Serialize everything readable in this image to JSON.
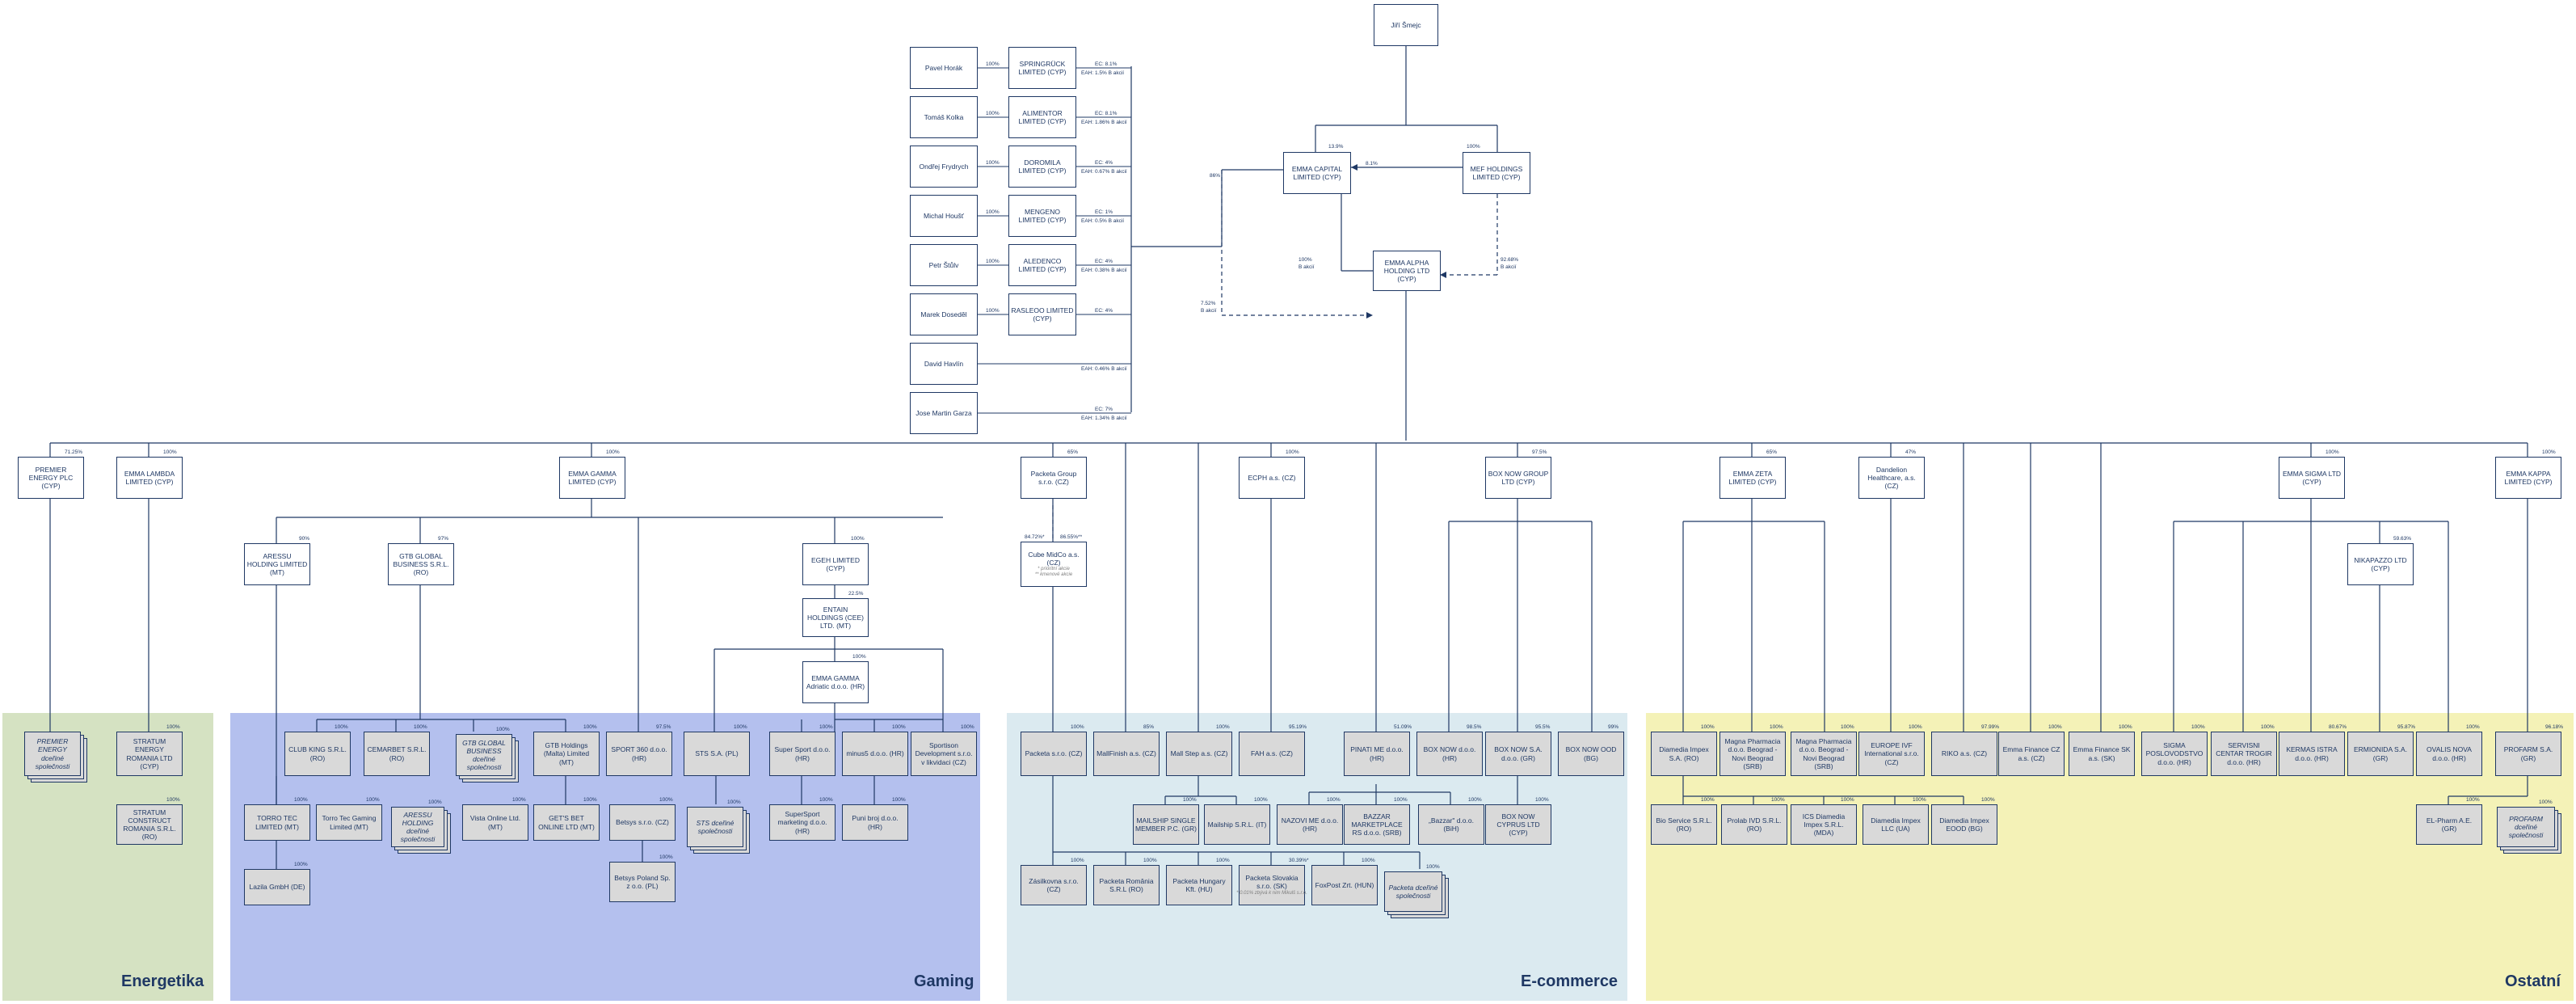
{
  "regions": {
    "energetika": "Energetika",
    "gaming": "Gaming",
    "ecommerce": "E-commerce",
    "ostatni": "Ostatní"
  },
  "colors": {
    "energetika": "#d5e2c2",
    "gaming": "#b4c0ee",
    "ecommerce": "#dbeaf0",
    "ostatni": "#f4f2b7",
    "line": "#1f3864",
    "grey_box": "#d9d9d9"
  },
  "top": {
    "jiri": "Jiří Šmejc",
    "emma_capital": "EMMA CAPITAL LIMITED (CYP)",
    "mef": "MEF HOLDINGS LIMITED (CYP)",
    "alpha": "EMMA ALPHA HOLDING LTD (CYP)",
    "pct_capital": "13.9%",
    "pct_mef": "100%",
    "pct_mef_capital": "8.1%",
    "pct_86": "86%",
    "pct_100_alpha": "100%",
    "pct_100_alpha_sub": "B akcií",
    "pct_92": "92.68%",
    "pct_92_sub": "B akcií",
    "pct_752": "7.52%",
    "pct_752_sub": "B akcií"
  },
  "persons": [
    {
      "name": "Pavel Horák",
      "pct": "100%",
      "company": "SPRINGRÜCK LIMITED (CYP)",
      "share": "EC: 8.1%",
      "share2": "EAH: 1.5% B akcií"
    },
    {
      "name": "Tomáš Kolka",
      "pct": "100%",
      "company": "ALIMENTOR LIMITED (CYP)",
      "share": "EC: 8.1%",
      "share2": "EAH: 1.86% B akcií"
    },
    {
      "name": "Ondřej Frydrych",
      "pct": "100%",
      "company": "DOROMILA LIMITED (CYP)",
      "share": "EC: 4%",
      "share2": "EAH: 0.67% B akcií"
    },
    {
      "name": "Michal Houšť",
      "pct": "100%",
      "company": "MENGENO LIMITED (CYP)",
      "share": "EC: 1%",
      "share2": "EAH: 0.5% B akcií"
    },
    {
      "name": "Petr Štůlv",
      "pct": "100%",
      "company": "ALEDENCO LIMITED (CYP)",
      "share": "EC: 4%",
      "share2": "EAH: 0.38% B akcií"
    },
    {
      "name": "Marek Doseděl",
      "pct": "100%",
      "company": "RASLEOO LIMITED (CYP)",
      "share": "EC: 4%",
      "share2": ""
    },
    {
      "name": "David Havlín",
      "pct": "",
      "company": "",
      "share": "",
      "share2": "EAH: 0.46% B akcií"
    },
    {
      "name": "Jose Martin Garza",
      "pct": "",
      "company": "",
      "share": "EC: 7%",
      "share2": "EAH: 1.34% B akcií"
    }
  ],
  "level1": [
    {
      "name": "PREMIER ENERGY PLC (CYP)",
      "pct": "71.25%"
    },
    {
      "name": "EMMA LAMBDA LIMITED (CYP)",
      "pct": "100%"
    },
    {
      "name": "EMMA GAMMA LIMITED (CYP)",
      "pct": "100%"
    },
    {
      "name": "Packeta Group s.r.o. (CZ)",
      "pct": "65%"
    },
    {
      "name": "ECPH a.s. (CZ)",
      "pct": "100%"
    },
    {
      "name": "BOX NOW GROUP LTD (CYP)",
      "pct": "97.5%"
    },
    {
      "name": "EMMA ZETA LIMITED (CYP)",
      "pct": "65%"
    },
    {
      "name": "Dandelion Healthcare, a.s. (CZ)",
      "pct": "47%"
    },
    {
      "name": "EMMA SIGMA LTD (CYP)",
      "pct": "100%"
    },
    {
      "name": "EMMA KAPPA LIMITED (CYP)",
      "pct": "100%"
    }
  ],
  "gaming_mid": {
    "aressu": "ARESSU HOLDING LIMITED (MT)",
    "aressu_pct": "90%",
    "gtb": "GTB GLOBAL BUSINESS S.R.L. (RO)",
    "gtb_pct": "97%",
    "egeh": "EGEH LIMITED (CYP)",
    "egeh_pct": "100%",
    "entain": "ENTAIN HOLDINGS (CEE) LTD. (MT)",
    "entain_pct": "22.5%",
    "eg_adriatic": "EMMA GAMMA Adriatic d.o.o. (HR)",
    "eg_adriatic_pct": "100%"
  },
  "cube": {
    "name": "Cube MidCo a.s. (CZ)",
    "pct1": "84.72%*",
    "pct2": "86.55%**",
    "note1": "* prioritní akcie",
    "note2": "** kmenové akcie"
  },
  "sigma_mid": {
    "name": "NIKAPAZZO LTD (CYP)",
    "pct": "59.63%"
  },
  "energetika": {
    "premier_sub": "PREMIER ENERGY dceřiné společnosti",
    "stratum": "STRATUM ENERGY ROMANIA LTD (CYP)",
    "stratum_pct": "100%",
    "stratum_construct": "STRATUM CONSTRUCT ROMANIA S.R.L. (RO)",
    "stratum_construct_pct": "100%"
  },
  "gaming": {
    "club_king": "CLUB KING S.R.L. (RO)",
    "club_king_pct": "100%",
    "cemarbet": "CEMARBET S.R.L. (RO)",
    "cemarbet_pct": "100%",
    "gtb_sub": "GTB GLOBAL BUSINESS dceřiné společnosti",
    "gtb_sub_pct": "100%",
    "gtb_holdings": "GTB Holdings (Malta) Limited (MT)",
    "gtb_holdings_pct": "100%",
    "sport360": "SPORT 360 d.o.o. (HR)",
    "sport360_pct": "97.5%",
    "sts": "STS S.A. (PL)",
    "sts_pct": "100%",
    "super_sport": "Super Sport d.o.o. (HR)",
    "super_sport_pct": "100%",
    "minus5": "minus5 d.o.o. (HR)",
    "minus5_pct": "100%",
    "sportison": "Sportison Development s.r.o. v likvidaci (CZ)",
    "sportison_pct": "100%",
    "torro": "TORRO TEC LIMITED (MT)",
    "torro_pct": "100%",
    "torro_gaming": "Torro Tec Gaming Limited (MT)",
    "torro_gaming_pct": "100%",
    "aressu_sub": "ARESSU HOLDING dceřiné společnosti",
    "aressu_sub_pct": "100%",
    "vista": "Vista Online Ltd. (MT)",
    "vista_pct": "100%",
    "gets_bet": "GET'S BET ONLINE LTD (MT)",
    "gets_bet_pct": "100%",
    "betsys": "Betsys s.r.o. (CZ)",
    "betsys_pct": "100%",
    "sts_sub": "STS dceřiné společnosti",
    "sts_sub_pct": "100%",
    "supersport_mkt": "SuperSport marketing d.o.o. (HR)",
    "supersport_mkt_pct": "100%",
    "puni": "Puni broj d.o.o. (HR)",
    "puni_pct": "100%",
    "lazila": "Lazila GmbH (DE)",
    "lazila_pct": "100%",
    "betsys_pl": "Betsys Poland Sp. z o.o. (PL)",
    "betsys_pl_pct": "100%"
  },
  "ecommerce": {
    "packeta": "Packeta s.r.o. (CZ)",
    "packeta_pct": "100%",
    "mallfinish": "MallFinish a.s. (CZ)",
    "mallfinish_pct": "85%",
    "mall_step": "Mall Step a.s. (CZ)",
    "mall_step_pct": "100%",
    "fah": "FAH a.s. (CZ)",
    "fah_pct": "95.19%",
    "pinati": "PINATI ME d.o.o. (HR)",
    "pinati_pct": "51.09%",
    "boxnow_hr": "BOX NOW d.o.o. (HR)",
    "boxnow_hr_pct": "98.5%",
    "boxnow_gr": "BOX NOW S.A. d.o.o. (GR)",
    "boxnow_gr_pct": "95.5%",
    "boxnow_bg": "BOX NOW OOD (BG)",
    "boxnow_bg_pct": "99%",
    "mailship_single": "MAILSHIP SINGLE MEMBER P.C. (GR)",
    "mailship_single_pct": "100%",
    "mailship_srl": "Mailship S.R.L. (IT)",
    "mailship_srl_pct": "100%",
    "nazovi": "NAZOVI ME d.o.o. (HR)",
    "nazovi_pct": "100%",
    "bazzar": "BAZZAR MARKETPLACE RS d.o.o. (SRB)",
    "bazzar_pct": "100%",
    "bazzar_bih": "„Bazzar\" d.o.o. (BiH)",
    "bazzar_bih_pct": "100%",
    "boxnow_cy": "BOX NOW CYPRUS LTD (CYP)",
    "boxnow_cy_pct": "100%",
    "zasilkovna": "Zásilkovna s.r.o. (CZ)",
    "zasilkovna_pct": "100%",
    "packeta_ro": "Packeta România S.R.L (RO)",
    "packeta_ro_pct": "100%",
    "packeta_hu": "Packeta Hungary Kft. (HU)",
    "packeta_hu_pct": "100%",
    "packeta_sk": "Packeta Slovakia s.r.o. (SK)",
    "packeta_sk_pct": "30.39%*",
    "packeta_sk_note": "* 0.01% zbývá k nim Mikulš s.r.o.",
    "foxpost": "FoxPost Zrt. (HUN)",
    "foxpost_pct": "100%",
    "packeta_sub": "Packeta dceřiné společnosti",
    "packeta_sub_pct": "100%"
  },
  "ostatni": {
    "diamedia": "Diamedia Impex S.A. (RO)",
    "diamedia_pct": "100%",
    "magna1": "Magna Pharmacia d.o.o. Beograd - Novi Beograd (SRB)",
    "magna1_pct": "100%",
    "magna2": "Magna Pharmacia d.o.o. Beograd - Novi Beograd (SRB)",
    "magna2_pct": "100%",
    "europe_ivf": "EUROPE IVF International s.r.o. (CZ)",
    "europe_ivf_pct": "100%",
    "riko": "RIKO a.s. (CZ)",
    "riko_pct": "97.99%",
    "emma_fin_cz": "Emma Finance CZ a.s. (CZ)",
    "emma_fin_cz_pct": "100%",
    "emma_fin_sk": "Emma Finance SK a.s. (SK)",
    "emma_fin_sk_pct": "100%",
    "sigma_posl": "SIGMA POSLOVODSTVO d.o.o. (HR)",
    "sigma_posl_pct": "100%",
    "servisni": "SERVISNI CENTAR TROGIR d.o.o. (HR)",
    "servisni_pct": "100%",
    "kermas": "KERMAS ISTRA d.o.o. (HR)",
    "kermas_pct": "80.67%",
    "ermionida": "ERMIONIDA S.A. (GR)",
    "ermionida_pct": "95.87%",
    "ovalis": "OVALIS NOVA d.o.o. (HR)",
    "ovalis_pct": "100%",
    "profarm": "PROFARM S.A. (GR)",
    "profarm_pct": "96.18%",
    "bio_service": "Bio Service S.R.L. (RO)",
    "bio_service_pct": "100%",
    "prolab": "Prolab IVD S.R.L. (RO)",
    "prolab_pct": "100%",
    "ics": "ICS Diamedia Impex S.R.L. (MDA)",
    "ics_pct": "100%",
    "diamedia_ua": "Diamedia Impex LLC (UA)",
    "diamedia_ua_pct": "100%",
    "diamedia_bg": "Diamedia Impex EOOD (BG)",
    "diamedia_bg_pct": "100%",
    "el_pharm": "EL-Pharm A.E. (GR)",
    "el_pharm_pct": "100%",
    "profarm_sub": "PROFARM dceřiné společnosti",
    "profarm_sub_pct": "100%"
  }
}
